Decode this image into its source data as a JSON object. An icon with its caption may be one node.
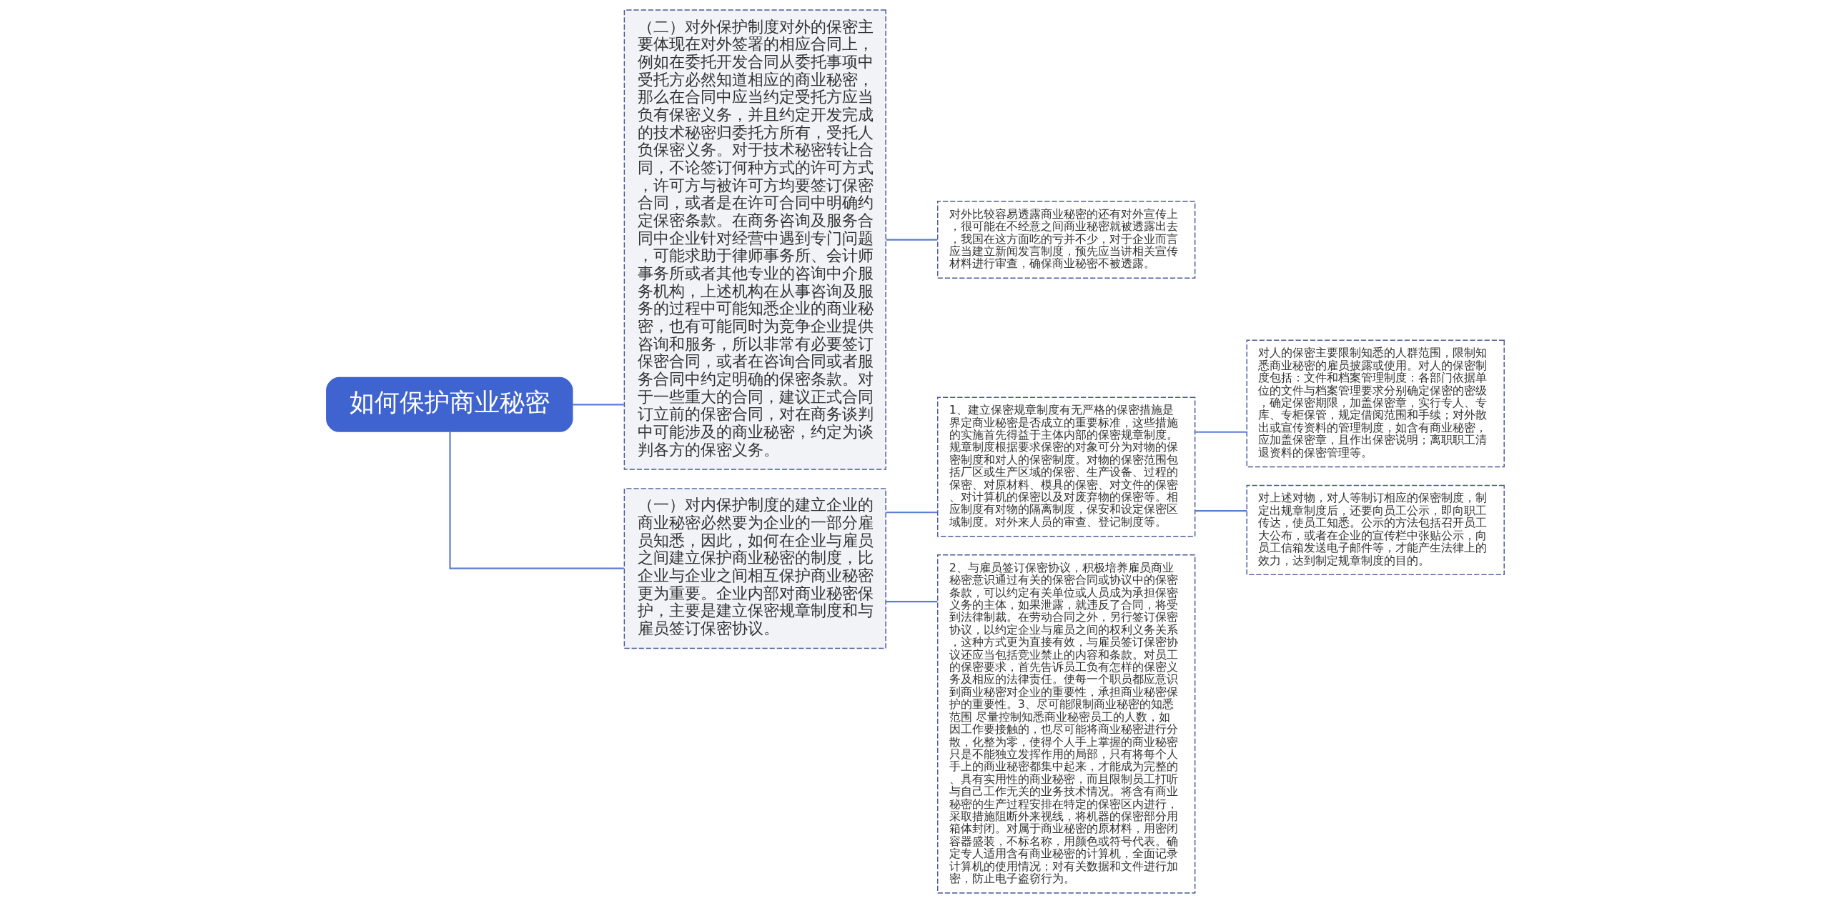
{
  "diagram": {
    "nodes": [
      {
        "text": [
          "如何保护商业秘密"
        ]
      },
      {
        "text": [
          "（二）对外保护制度对外的保密主要体现在对外签署的相应合同上，例如在委托开发合同从委托事项中受托方必然知道相应的商业秘密，那么在合同中应当约定受托方应当负有保密义务，并且约定开发完成的技术秘密归委托方所有，受托人负保密义务。对于技术秘密转让合同，不论签订何种方式的许可方式，许可方与被许可方均要签订保密合同，或者是在许可合同中明确约定保密条款。在商务咨询及服务合同中企业针对经营中遇到专门问题，可能求助于律师事务所、会计师事务所或者其他专业的咨询中介服务机构，上述机构在从事咨询及服务的过程中可能知悉企业的商业秘密，也有可能同时为竞争企业提供咨询和服务，所以非常有必要签订保密合同，或者在咨询合同或者服务合同中约定明确的保密条款。对于一些重大的合同，建议正式合同订立前的保密合同，对在商务谈判中可能涉及的商业秘密，约定为谈判各方的保密义务。"
        ]
      },
      {
        "text": [
          "对外比较容易透露商业秘密的还有对外宣传上，很可能在不经意之间商业秘密就被透露出去，我国在这方面吃的亏并不少，对于企业而言应当建立新闻发言制度，预先应当讲相关宣传材料进行审查，确保商业秘密不被透露。"
        ]
      },
      {
        "text": [
          "（一）对内保护制度的建立企业的商业秘密必然要为企业的一部分雇员知悉，因此，如何在企业与雇员之间建立保护商业秘密的制度，比企业与企业之间相互保护商业秘密更为重要。企业内部对商业秘密保护，主要是建立保密规章制度和与雇员签订保密协议。"
        ]
      },
      {
        "text": [
          "1、建立保密规章制度有无严格的保密措施是界定商业秘密是否成立的重要标准，这些措施的实施首先得益于主体内部的保密规章制度。规章制度根据要求保密的对象可分为对物的保密制度和对人的保密制度。对物的保密范围包括厂区或生产区域的保密、生产设备、过程的保密、对原材料、模具的保密、对文件的保密、对计算机的保密以及对废弃物的保密等。相应制度有对物的隔离制度，保安和设定保密区域制度。对外来人员的审查、登记制度等。"
        ]
      },
      {
        "text": [
          "对人的保密主要限制知悉的人群范围，限制知悉商业秘密的雇员披露或使用。对人的保密制度包括：文件和档案管理制度：各部门依据单位的文件与档案管理要求分别确定保密的密级，确定保密期限，加盖保密章，实行专人、专库、专柜保管，规定借阅范围和手续；对外散出或宣传资料的管理制度，如含有商业秘密，应加盖保密章，且作出保密说明；离职职工清退资料的保密管理等。"
        ]
      },
      {
        "text": [
          "对上述对物，对人等制订相应的保密制度，制定出规章制度后，还要向员工公示，即向职工传达，使员工知悉。公示的方法包括召开员工大公布，或者在企业的宣传栏中张贴公示，向员工信箱发送电子邮件等，才能产生法律上的效力，达到制定规章制度的目的。"
        ]
      },
      {
        "text": [
          "2、与雇员签订保密协议，积极培养雇员商业秘密意识通过有关的保密合同或协议中的保密条款，可以约定有关单位或人员成为承担保密义务的主体，如果泄露，就违反了合同，将受到法律制裁。在劳动合同之外，另行签订保密协议，以约定企业与雇员之间的权利义务关系，这种方式更为直接有效，与雇员签订保密协议还应当包括竞业禁止的内容和条款。对员工的保密要求，首先告诉员工负有怎样的保密义务及相应的法律责任。使每一个职员都应意识到商业秘密对企业的重要性，承担商业秘密保护的重要性。3、尽可能限制商业秘密的知悉范围 尽量控制知悉商业秘密员工的人数，如因工作要接触的，也尽可能将商业秘密进行分散，化整为零，使得个人手上掌握的商业秘密只是不能独立发挥作用的局部，只有将每个人手上的商业秘密都集中起来，才能成为完整的、具有实用性的商业秘密，而且限制员工打听与自己工作无关的业务技术情况。将含有商业秘密的生产过程安排在特定的保密区内进行，采取措施阻断外来视线，将机器的保密部分用箱体封闭。对属于商业秘密的原材料，用密闭容器盛装，不标名称，用颜色或符号代表。确定专人适用含有商业秘密的计算机，全面记录计算机的使用情况；对有关数据和文件进行加密，防止电子盗窃行为。"
        ]
      }
    ],
    "edges": [
      {
        "from": 0,
        "to": 1,
        "arrow": "none"
      },
      {
        "from": 1,
        "to": 2,
        "arrow": "none"
      },
      {
        "from": 0,
        "to": 3,
        "arrow": "none"
      },
      {
        "from": 3,
        "to": 4,
        "arrow": "none"
      },
      {
        "from": 3,
        "to": 7,
        "arrow": "none"
      },
      {
        "from": 4,
        "to": 5,
        "arrow": "none"
      },
      {
        "from": 4,
        "to": 6,
        "arrow": "none"
      }
    ]
  }
}
